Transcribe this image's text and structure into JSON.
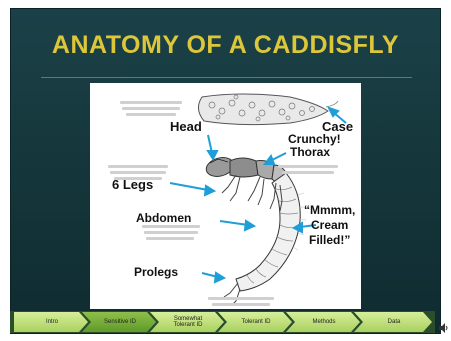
{
  "slide": {
    "title": "ANATOMY OF A CADDISFLY"
  },
  "figure": {
    "labels": {
      "head": "Head",
      "case": "Case",
      "crunchy": "Crunchy!",
      "thorax": "Thorax",
      "legs": "6 Legs",
      "abdomen": "Abdomen",
      "cream": "“Mmmm,\nCream\nFilled!”",
      "prolegs": "Prolegs"
    }
  },
  "nav": {
    "items": [
      {
        "label": "Intro",
        "active": false
      },
      {
        "label": "Sensitive ID",
        "active": true
      },
      {
        "label": "Somewhat\nTolerant ID",
        "active": false
      },
      {
        "label": "Tolerant ID",
        "active": false
      },
      {
        "label": "Methods",
        "active": false
      },
      {
        "label": "Data",
        "active": false
      }
    ]
  },
  "colors": {
    "title": "#dcc63a",
    "arrow": "#1f9ed8",
    "nav_active": "#6aa532",
    "nav_item": "#c9e58a"
  }
}
